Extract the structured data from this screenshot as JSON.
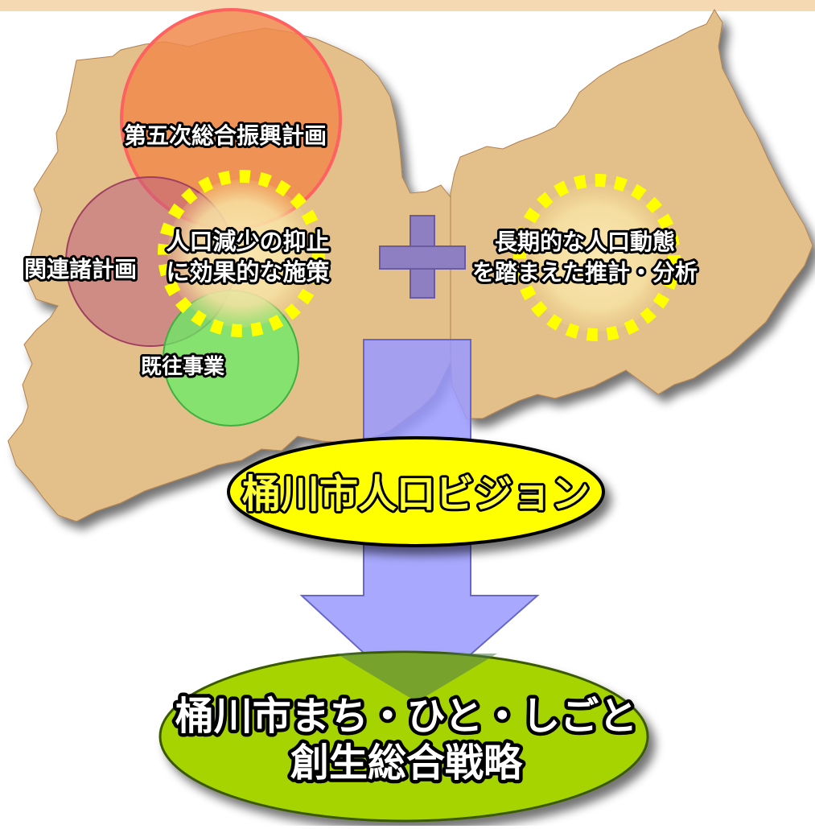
{
  "map_labels": {
    "fifth_plan": "第五次総合振興計画",
    "related_plans": "関連諸計画",
    "existing_projects": "既往事業",
    "measures_line1": "人口減少の抑止",
    "measures_line2": "に効果的な施策",
    "analysis_line1": "長期的な人口動態",
    "analysis_line2": "を踏まえた推計・分析"
  },
  "vision": {
    "label": "桶川市人口ビジョン"
  },
  "strategy": {
    "line1": "桶川市まち・ひと・しごと",
    "line2": "創生総合戦略"
  },
  "colors": {
    "map_fill": "#e3c08a",
    "top_band": "#f5d9b3",
    "orange_circle": "#f08a4b",
    "purple_circle": "#c06080",
    "green_circle": "#66ee66",
    "plus": "#8e7fc2",
    "arrow": "#9999ff",
    "vision_fill": "#ffff00",
    "strategy_fill": "#a6d400"
  }
}
